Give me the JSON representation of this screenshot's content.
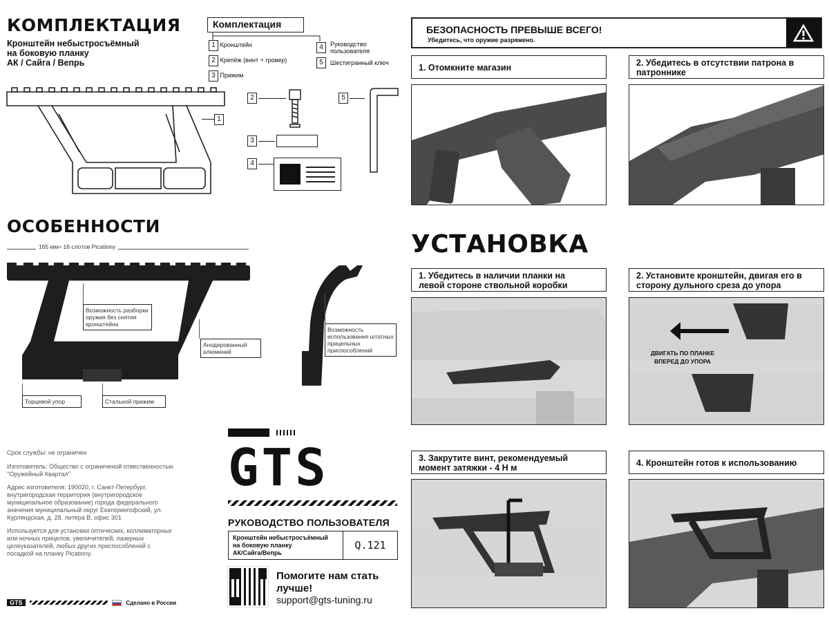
{
  "package": {
    "heading": "КОМПЛЕКТАЦИЯ",
    "subtitle_lines": [
      "Кронштейн небыстросъёмный",
      "на боковую планку",
      "АК / Сайга / Вепрь"
    ],
    "box_title": "Комплектация",
    "items": [
      {
        "n": "1",
        "label": "Кронштейн"
      },
      {
        "n": "2",
        "label": "Крепёж (винт + гровер)"
      },
      {
        "n": "3",
        "label": "Прижим"
      },
      {
        "n": "4",
        "label": "Руководство пользователя"
      },
      {
        "n": "5",
        "label": "Шестигранный ключ"
      }
    ],
    "callout_1": "1",
    "callout_2": "2",
    "callout_3": "3",
    "callout_4": "4",
    "callout_5": "5"
  },
  "features": {
    "heading": "ОСОБЕННОСТИ",
    "dimension": "165 мм= 16 слотов Picatinny",
    "note_disassembly": "Возможность разборки оружия без снятия кронштейна",
    "note_aluminium": "Анодированный алюминий",
    "note_stop": "Торцевой упор",
    "note_clamp": "Стальной прижим",
    "note_sights": "Возможность использования штатных прицельных приспособлений"
  },
  "info": {
    "service_life": "Срок службы: не ограничен",
    "manufacturer": "Изготовитель: Общество с ограниченой отвественностью \"Оружейный Квартал\"",
    "address": "Адрес изготовителя: 190020, г. Санкт-Петербург, внутригородская территория (внутригородское муниципальное образование) города федерального значения муниципальный округ Екатерингофский, ул. Курляндская, д. 28, литера В, офис 301",
    "usage": "Используется для установки оптических, коллиматорных или ночных прицелов, увеличителей, лазерных целеуказателей, любых других приспособлений с посадкой на планку Picatinny.",
    "footer_logo": "GTS",
    "made_in": "Сделано в России"
  },
  "cover": {
    "logo": "GTS",
    "manual_title": "РУКОВОДСТВО ПОЛЬЗОВАТЕЛЯ",
    "product_lines": [
      "Кронштейн небыстросъёмный",
      "на боковую планку",
      "АК/Сайга/Вепрь"
    ],
    "model": "Q.121",
    "help_line1": "Помогите нам стать",
    "help_line2": "лучше!",
    "email": "support@gts-tuning.ru"
  },
  "safety": {
    "title": "БЕЗОПАСНОСТЬ ПРЕВЫШЕ  ВСЕГО!",
    "subtitle": "Убедитесь, что оружие разряжено.",
    "step1": "1.  Отомкните магазин",
    "step2_line1": "2. Убедитесь в отсутствии патрона в",
    "step2_line2": "патроннике"
  },
  "install": {
    "heading": "УСТАНОВКА",
    "step1_line1": "1. Убедитесь в наличии планки на",
    "step1_line2": "левой стороне ствольной коробки",
    "step2_line1": "2. Установите кронштейн, двигая его в",
    "step2_line2": "сторону дульного среза до упора",
    "slide_line1": "ДВИГАТЬ ПО ПЛАНКЕ",
    "slide_line2": "ВПЕРЕД ДО УПОРА",
    "step3_line1": "3. Закрутите винт, рекомендуемый",
    "step3_line2": "момент затяжки - 4 Н м",
    "step4": "4. Кронштейн готов к использованию"
  }
}
